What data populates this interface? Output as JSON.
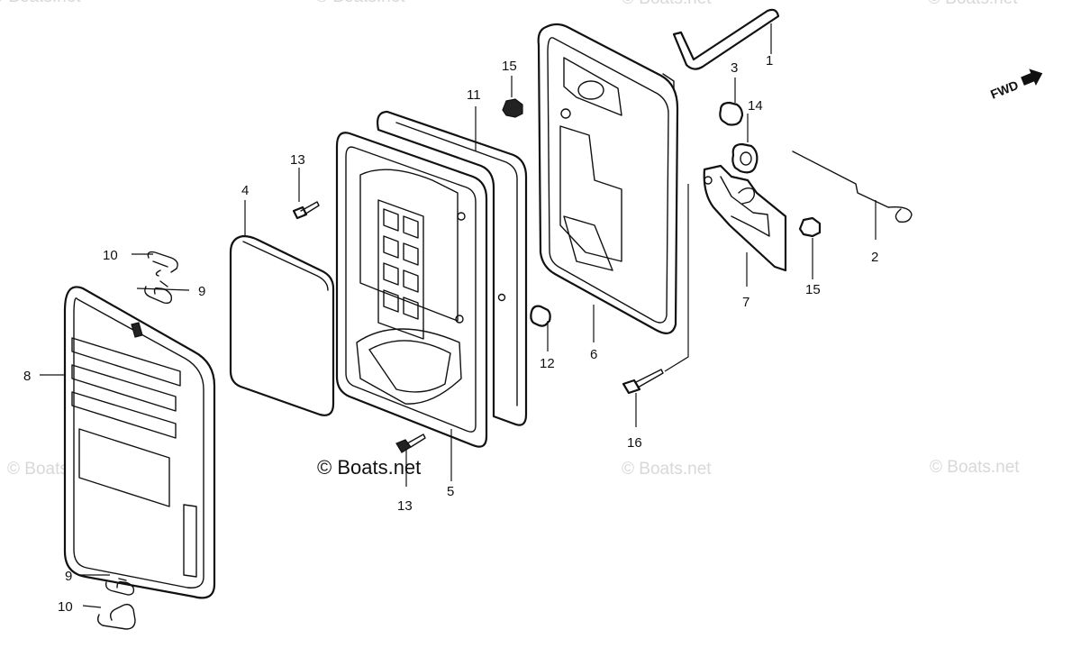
{
  "diagram": {
    "copyright": "© Boats.net",
    "watermark": "© Boats.net",
    "direction_label": "FWD",
    "callouts": [
      "1",
      "2",
      "3",
      "4",
      "5",
      "6",
      "7",
      "8",
      "9",
      "9",
      "10",
      "10",
      "11",
      "12",
      "13",
      "13",
      "14",
      "15",
      "15",
      "16"
    ]
  }
}
